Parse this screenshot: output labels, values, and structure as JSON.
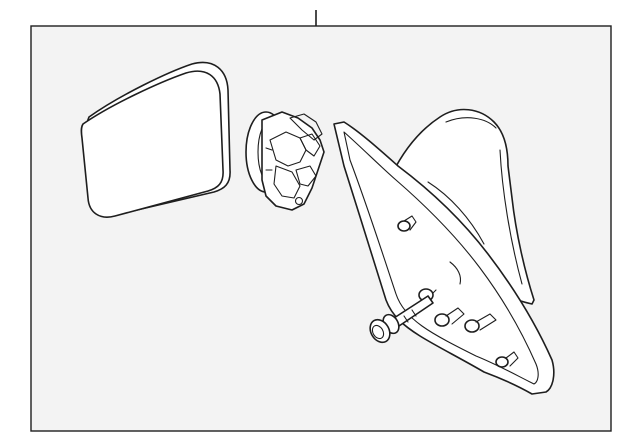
{
  "diagram": {
    "background_color": "#f3f3f3",
    "line_color": "#1e1e1e",
    "parts": [
      {
        "id": "mirror-glass",
        "icon": "mirror-glass-icon"
      },
      {
        "id": "adjuster-motor",
        "icon": "motor-icon"
      },
      {
        "id": "mirror-housing",
        "icon": "mirror-housing-icon"
      },
      {
        "id": "mounting-bolt",
        "icon": "bolt-icon"
      }
    ]
  }
}
